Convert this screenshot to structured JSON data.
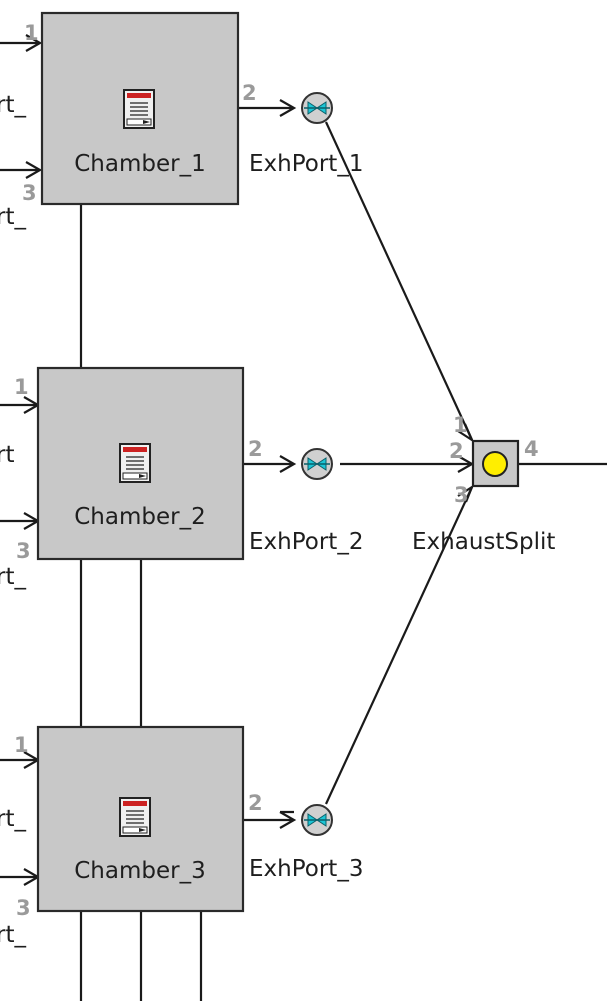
{
  "diagram": {
    "colors": {
      "block_fill": "#c8c8c8",
      "block_stroke": "#2a2a2a",
      "wire": "#1a1a1a",
      "port_number": "#9a9a9a",
      "valve_fill": "#d0d0d0",
      "valve_accent": "#1cc6d6",
      "split_junction": "#ffee00",
      "icon_red": "#cc2222"
    },
    "chambers": [
      {
        "label": "Chamber_1",
        "port_in_1": "1",
        "port_out": "2",
        "port_in_3": "3",
        "icon": "cylinder-icon"
      },
      {
        "label": "Chamber_2",
        "port_in_1": "1",
        "port_out": "2",
        "port_in_3": "3",
        "icon": "cylinder-icon"
      },
      {
        "label": "Chamber_3",
        "port_in_1": "1",
        "port_out": "2",
        "port_in_3": "3",
        "icon": "cylinder-icon"
      }
    ],
    "exhaust_ports": [
      {
        "label": "ExhPort_1",
        "icon": "valve-icon"
      },
      {
        "label": "ExhPort_2",
        "icon": "valve-icon"
      },
      {
        "label": "ExhPort_3",
        "icon": "valve-icon"
      }
    ],
    "split": {
      "label": "ExhaustSplit",
      "port_1": "1",
      "port_2": "2",
      "port_3": "3",
      "port_4": "4",
      "icon": "junction-icon"
    },
    "cut_labels": {
      "c1_upper": "rt_",
      "c1_lower": "rt_",
      "c2_upper": "rt",
      "c2_lower": "rt_",
      "c3_upper": "rt_",
      "c3_lower": "rt_"
    }
  }
}
